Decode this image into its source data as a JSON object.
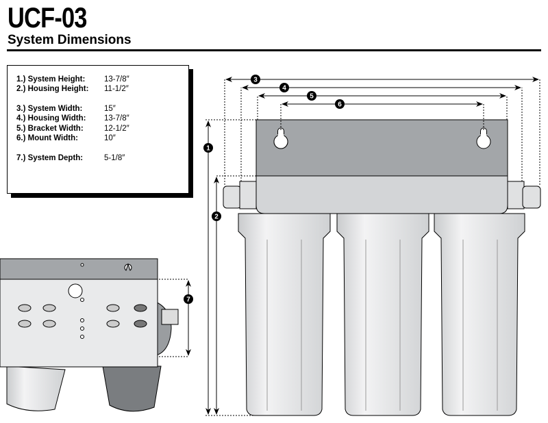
{
  "header": {
    "title": "UCF-03",
    "subtitle": "System Dimensions"
  },
  "specs": [
    {
      "label": "1.) System Height:",
      "value": "13-7/8″"
    },
    {
      "label": "2.) Housing Height:",
      "value": "11-1/2″"
    },
    {
      "label": "3.) System Width:",
      "value": "15″"
    },
    {
      "label": "4.) Housing Width:",
      "value": "13-7/8″"
    },
    {
      "label": "5.) Bracket Width:",
      "value": "12-1/2″"
    },
    {
      "label": "6.) Mount Width:",
      "value": "10″"
    },
    {
      "label": "7.) System Depth:",
      "value": "5-1/8″"
    }
  ],
  "callouts": [
    "1",
    "2",
    "3",
    "4",
    "5",
    "6",
    "7"
  ],
  "colors": {
    "bracket": "#a3a6a9",
    "band": "#d3d5d7",
    "housing": "#e6e7e8"
  }
}
